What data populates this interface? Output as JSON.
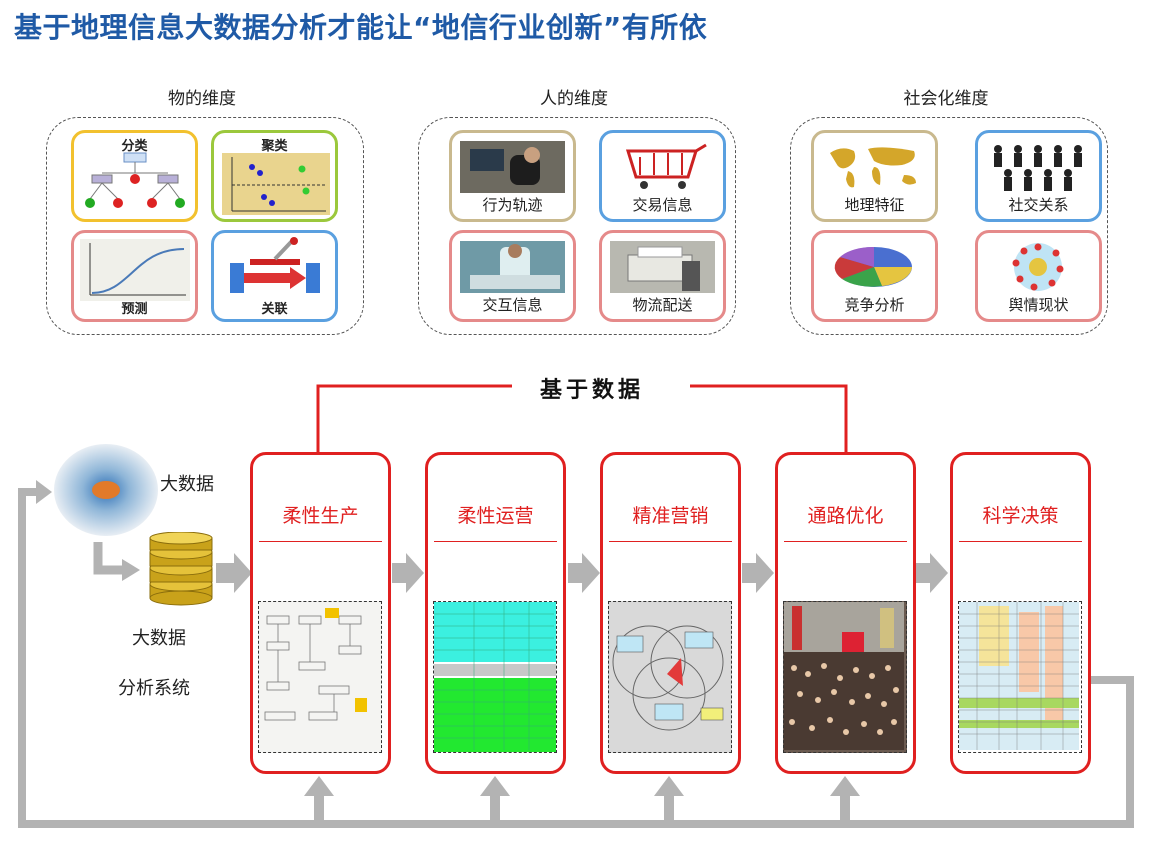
{
  "title": "基于地理信息大数据分析才能让“地信行业创新”有所依",
  "dimensions": [
    {
      "label": "物的维度",
      "cards": [
        "分类",
        "聚类",
        "预测",
        "关联"
      ]
    },
    {
      "label": "人的维度",
      "cards": [
        "行为轨迹",
        "交易信息",
        "交互信息",
        "物流配送"
      ]
    },
    {
      "label": "社会化维度",
      "cards": [
        "地理特征",
        "社交关系",
        "竞争分析",
        "舆情现状"
      ]
    }
  ],
  "based_on_data": "基于数据",
  "big_data_label": "大数据",
  "analysis_system": {
    "line1": "大数据",
    "line2": "分析系统"
  },
  "stages": [
    "柔性生产",
    "柔性运营",
    "精准营销",
    "通路优化",
    "科学决策"
  ],
  "colors": {
    "title": "#1f5aa6",
    "stage_red": "#e02020",
    "flow_gray": "#b3b3b3"
  }
}
